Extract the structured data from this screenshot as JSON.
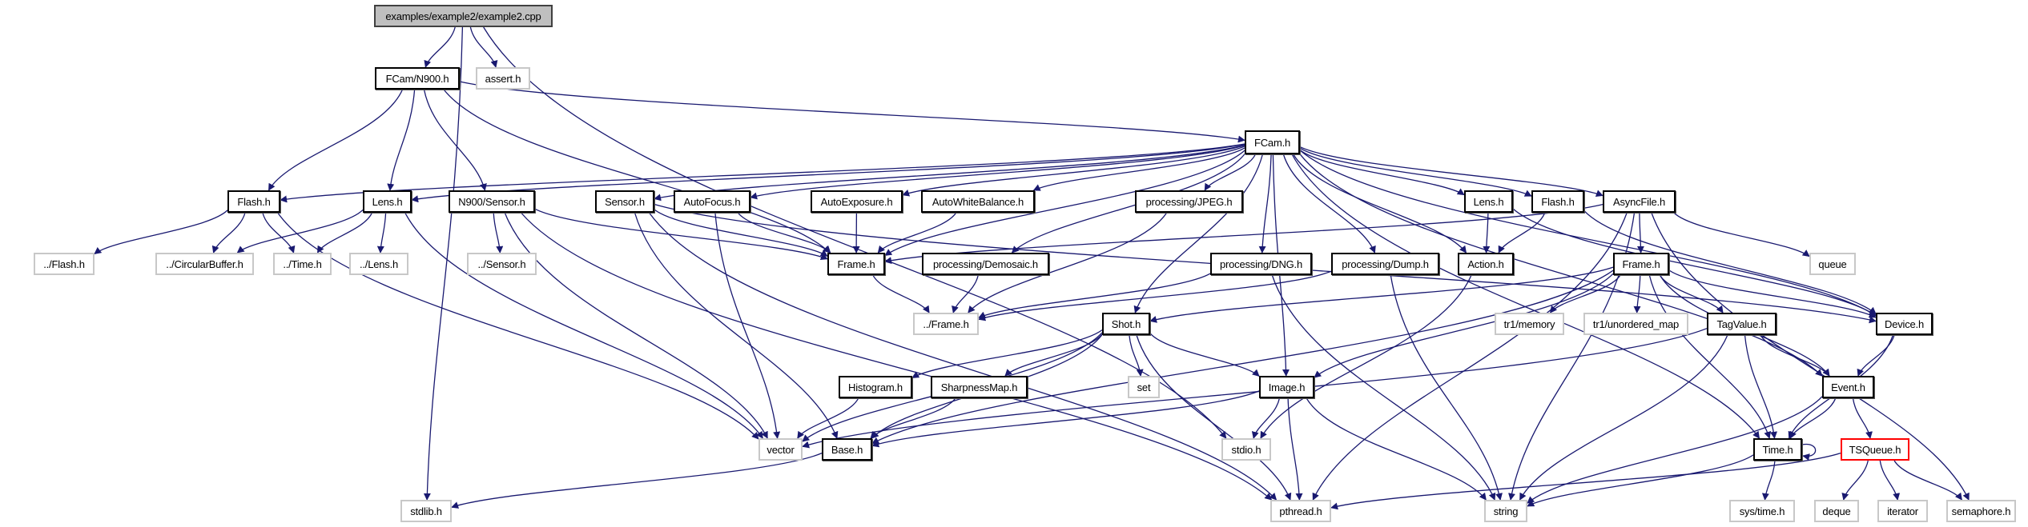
{
  "graph": {
    "title": "examples/example2/example2.cpp",
    "edge_color": "#191970",
    "nodes": [
      {
        "id": "example2",
        "label": "examples/example2/example2.cpp",
        "kind": "root"
      },
      {
        "id": "n900",
        "label": "FCam/N900.h",
        "kind": "doc"
      },
      {
        "id": "assert",
        "label": "assert.h",
        "kind": "ext"
      },
      {
        "id": "fcam",
        "label": "FCam.h",
        "kind": "doc"
      },
      {
        "id": "flashL",
        "label": "Flash.h",
        "kind": "doc"
      },
      {
        "id": "lensL",
        "label": "Lens.h",
        "kind": "doc"
      },
      {
        "id": "n900sensor",
        "label": "N900/Sensor.h",
        "kind": "doc"
      },
      {
        "id": "sensor",
        "label": "Sensor.h",
        "kind": "doc"
      },
      {
        "id": "autofocus",
        "label": "AutoFocus.h",
        "kind": "doc"
      },
      {
        "id": "autoexposure",
        "label": "AutoExposure.h",
        "kind": "doc"
      },
      {
        "id": "awb",
        "label": "AutoWhiteBalance.h",
        "kind": "doc"
      },
      {
        "id": "jpeg",
        "label": "processing/JPEG.h",
        "kind": "doc"
      },
      {
        "id": "lensR",
        "label": "Lens.h",
        "kind": "doc"
      },
      {
        "id": "flashR",
        "label": "Flash.h",
        "kind": "doc"
      },
      {
        "id": "asyncfile",
        "label": "AsyncFile.h",
        "kind": "doc"
      },
      {
        "id": "dotflash",
        "label": "../Flash.h",
        "kind": "ext"
      },
      {
        "id": "circbuf",
        "label": "../CircularBuffer.h",
        "kind": "ext"
      },
      {
        "id": "dottime",
        "label": "../Time.h",
        "kind": "ext"
      },
      {
        "id": "dotlens",
        "label": "../Lens.h",
        "kind": "ext"
      },
      {
        "id": "dotsensor",
        "label": "../Sensor.h",
        "kind": "ext"
      },
      {
        "id": "frameC",
        "label": "Frame.h",
        "kind": "doc"
      },
      {
        "id": "demosaic",
        "label": "processing/Demosaic.h",
        "kind": "doc"
      },
      {
        "id": "dng",
        "label": "processing/DNG.h",
        "kind": "doc"
      },
      {
        "id": "dump",
        "label": "processing/Dump.h",
        "kind": "doc"
      },
      {
        "id": "action",
        "label": "Action.h",
        "kind": "doc"
      },
      {
        "id": "frameR",
        "label": "Frame.h",
        "kind": "doc"
      },
      {
        "id": "queue",
        "label": "queue",
        "kind": "ext"
      },
      {
        "id": "dotframe",
        "label": "../Frame.h",
        "kind": "ext"
      },
      {
        "id": "shot",
        "label": "Shot.h",
        "kind": "doc"
      },
      {
        "id": "tr1memory",
        "label": "tr1/memory",
        "kind": "ext"
      },
      {
        "id": "tr1map",
        "label": "tr1/unordered_map",
        "kind": "ext"
      },
      {
        "id": "tagvalue",
        "label": "TagValue.h",
        "kind": "doc"
      },
      {
        "id": "device",
        "label": "Device.h",
        "kind": "doc"
      },
      {
        "id": "histogram",
        "label": "Histogram.h",
        "kind": "doc"
      },
      {
        "id": "sharpness",
        "label": "SharpnessMap.h",
        "kind": "doc"
      },
      {
        "id": "set",
        "label": "set",
        "kind": "ext"
      },
      {
        "id": "image",
        "label": "Image.h",
        "kind": "doc"
      },
      {
        "id": "event",
        "label": "Event.h",
        "kind": "doc"
      },
      {
        "id": "vector",
        "label": "vector",
        "kind": "ext"
      },
      {
        "id": "base",
        "label": "Base.h",
        "kind": "doc"
      },
      {
        "id": "stdio",
        "label": "stdio.h",
        "kind": "ext"
      },
      {
        "id": "time",
        "label": "Time.h",
        "kind": "doc"
      },
      {
        "id": "tsqueue",
        "label": "TSQueue.h",
        "kind": "warn"
      },
      {
        "id": "stdlib",
        "label": "stdlib.h",
        "kind": "ext"
      },
      {
        "id": "pthread",
        "label": "pthread.h",
        "kind": "ext"
      },
      {
        "id": "string",
        "label": "string",
        "kind": "ext"
      },
      {
        "id": "systime",
        "label": "sys/time.h",
        "kind": "ext"
      },
      {
        "id": "deque",
        "label": "deque",
        "kind": "ext"
      },
      {
        "id": "iterator",
        "label": "iterator",
        "kind": "ext"
      },
      {
        "id": "semaphore",
        "label": "semaphore.h",
        "kind": "ext"
      }
    ],
    "edges": [
      [
        "example2",
        "n900"
      ],
      [
        "example2",
        "assert"
      ],
      [
        "example2",
        "stdlib"
      ],
      [
        "example2",
        "stdio"
      ],
      [
        "n900",
        "fcam"
      ],
      [
        "n900",
        "flashL"
      ],
      [
        "n900",
        "lensL"
      ],
      [
        "n900",
        "n900sensor"
      ],
      [
        "n900",
        "frameC"
      ],
      [
        "fcam",
        "flashL"
      ],
      [
        "fcam",
        "lensL"
      ],
      [
        "fcam",
        "sensor"
      ],
      [
        "fcam",
        "autofocus"
      ],
      [
        "fcam",
        "autoexposure"
      ],
      [
        "fcam",
        "awb"
      ],
      [
        "fcam",
        "jpeg"
      ],
      [
        "fcam",
        "frameC"
      ],
      [
        "fcam",
        "demosaic"
      ],
      [
        "fcam",
        "shot"
      ],
      [
        "fcam",
        "image"
      ],
      [
        "fcam",
        "dng"
      ],
      [
        "fcam",
        "dump"
      ],
      [
        "fcam",
        "action"
      ],
      [
        "fcam",
        "lensR"
      ],
      [
        "fcam",
        "flashR"
      ],
      [
        "fcam",
        "asyncfile"
      ],
      [
        "fcam",
        "device"
      ],
      [
        "fcam",
        "event"
      ],
      [
        "fcam",
        "time"
      ],
      [
        "flashL",
        "dotflash"
      ],
      [
        "flashL",
        "circbuf"
      ],
      [
        "flashL",
        "dottime"
      ],
      [
        "flashL",
        "vector"
      ],
      [
        "lensL",
        "circbuf"
      ],
      [
        "lensL",
        "dottime"
      ],
      [
        "lensL",
        "dotlens"
      ],
      [
        "lensL",
        "vector"
      ],
      [
        "n900sensor",
        "dotsensor"
      ],
      [
        "n900sensor",
        "frameC"
      ],
      [
        "n900sensor",
        "vector"
      ],
      [
        "n900sensor",
        "pthread"
      ],
      [
        "sensor",
        "frameC"
      ],
      [
        "sensor",
        "device"
      ],
      [
        "sensor",
        "base"
      ],
      [
        "sensor",
        "pthread"
      ],
      [
        "autofocus",
        "frameC"
      ],
      [
        "autofocus",
        "vector"
      ],
      [
        "autoexposure",
        "frameC"
      ],
      [
        "awb",
        "frameC"
      ],
      [
        "jpeg",
        "dotframe"
      ],
      [
        "frameC",
        "dotframe"
      ],
      [
        "demosaic",
        "dotframe"
      ],
      [
        "dng",
        "dotframe"
      ],
      [
        "dng",
        "string"
      ],
      [
        "dump",
        "dotframe"
      ],
      [
        "dump",
        "string"
      ],
      [
        "lensR",
        "action"
      ],
      [
        "lensR",
        "device"
      ],
      [
        "flashR",
        "action"
      ],
      [
        "flashR",
        "device"
      ],
      [
        "asyncfile",
        "frameR"
      ],
      [
        "asyncfile",
        "queue"
      ],
      [
        "asyncfile",
        "semaphore"
      ],
      [
        "asyncfile",
        "string"
      ],
      [
        "asyncfile",
        "pthread"
      ],
      [
        "asyncfile",
        "frameC"
      ],
      [
        "action",
        "stdio"
      ],
      [
        "frameR",
        "shot"
      ],
      [
        "frameR",
        "base"
      ],
      [
        "frameR",
        "image"
      ],
      [
        "frameR",
        "tr1memory"
      ],
      [
        "frameR",
        "tr1map"
      ],
      [
        "frameR",
        "tagvalue"
      ],
      [
        "frameR",
        "device"
      ],
      [
        "frameR",
        "event"
      ],
      [
        "frameR",
        "time"
      ],
      [
        "shot",
        "histogram"
      ],
      [
        "shot",
        "sharpness"
      ],
      [
        "shot",
        "set"
      ],
      [
        "shot",
        "image"
      ],
      [
        "shot",
        "base"
      ],
      [
        "shot",
        "pthread"
      ],
      [
        "shot",
        "vector"
      ],
      [
        "tagvalue",
        "event"
      ],
      [
        "tagvalue",
        "time"
      ],
      [
        "tagvalue",
        "string"
      ],
      [
        "tagvalue",
        "vector"
      ],
      [
        "histogram",
        "vector"
      ],
      [
        "sharpness",
        "base"
      ],
      [
        "image",
        "stdio"
      ],
      [
        "image",
        "pthread"
      ],
      [
        "image",
        "string"
      ],
      [
        "image",
        "base"
      ],
      [
        "device",
        "event"
      ],
      [
        "device",
        "time"
      ],
      [
        "event",
        "time"
      ],
      [
        "event",
        "tsqueue"
      ],
      [
        "event",
        "string"
      ],
      [
        "base",
        "stdlib"
      ],
      [
        "time",
        "time"
      ],
      [
        "time",
        "systime"
      ],
      [
        "time",
        "string"
      ],
      [
        "tsqueue",
        "deque"
      ],
      [
        "tsqueue",
        "iterator"
      ],
      [
        "tsqueue",
        "semaphore"
      ],
      [
        "tsqueue",
        "pthread"
      ]
    ]
  }
}
